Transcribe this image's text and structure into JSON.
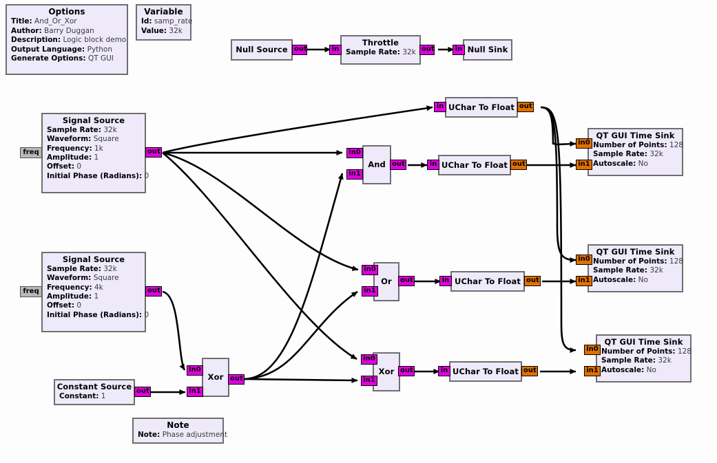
{
  "app": {
    "kind": "gnuradio-companion-flowgraph",
    "canvas_background": "#fdfdfd",
    "colors": {
      "block_fill": "#eeeafa",
      "block_border": "#6e6e6e",
      "byte_port": "#e000e0",
      "float_port": "#e07000",
      "message_port": "#b8b8b8",
      "wire": "#000000"
    }
  },
  "options_block": {
    "title": "Options",
    "params": [
      {
        "key": "Title:",
        "value": "And_Or_Xor"
      },
      {
        "key": "Author:",
        "value": "Barry Duggan"
      },
      {
        "key": "Description:",
        "value": "Logic block demo"
      },
      {
        "key": "Output Language:",
        "value": "Python"
      },
      {
        "key": "Generate Options:",
        "value": "QT GUI"
      }
    ]
  },
  "variable_block": {
    "title": "Variable",
    "params": [
      {
        "key": "Id:",
        "value": "samp_rate"
      },
      {
        "key": "Value:",
        "value": "32k"
      }
    ]
  },
  "null_source": {
    "title": "Null Source",
    "out_port": "out"
  },
  "throttle": {
    "title": "Throttle",
    "params": [
      {
        "key": "Sample Rate:",
        "value": "32k"
      }
    ],
    "in_port": "in",
    "out_port": "out"
  },
  "null_sink": {
    "title": "Null Sink",
    "in_port": "in"
  },
  "signal_source_1": {
    "title": "Signal Source",
    "msg_port": "freq",
    "out_port": "out",
    "params": [
      {
        "key": "Sample Rate:",
        "value": "32k"
      },
      {
        "key": "Waveform:",
        "value": "Square"
      },
      {
        "key": "Frequency:",
        "value": "1k"
      },
      {
        "key": "Amplitude:",
        "value": "1"
      },
      {
        "key": "Offset:",
        "value": "0"
      },
      {
        "key": "Initial Phase (Radians):",
        "value": "0"
      }
    ]
  },
  "signal_source_2": {
    "title": "Signal Source",
    "msg_port": "freq",
    "out_port": "out",
    "params": [
      {
        "key": "Sample Rate:",
        "value": "32k"
      },
      {
        "key": "Waveform:",
        "value": "Square"
      },
      {
        "key": "Frequency:",
        "value": "4k"
      },
      {
        "key": "Amplitude:",
        "value": "1"
      },
      {
        "key": "Offset:",
        "value": "0"
      },
      {
        "key": "Initial Phase (Radians):",
        "value": "0"
      }
    ]
  },
  "constant_source": {
    "title": "Constant Source",
    "params": [
      {
        "key": "Constant:",
        "value": "1"
      }
    ],
    "out_port": "out"
  },
  "note_block": {
    "title": "Note",
    "params": [
      {
        "key": "Note:",
        "value": "Phase adjustment"
      }
    ]
  },
  "logic_blocks": [
    {
      "id": "xor-phase",
      "title": "Xor",
      "in0": "in0",
      "in1": "in1",
      "out": "out"
    },
    {
      "id": "and",
      "title": "And",
      "in0": "in0",
      "in1": "in1",
      "out": "out"
    },
    {
      "id": "or",
      "title": "Or",
      "in0": "in0",
      "in1": "in1",
      "out": "out"
    },
    {
      "id": "xor-main",
      "title": "Xor",
      "in0": "in0",
      "in1": "in1",
      "out": "out"
    }
  ],
  "uchar_to_float": [
    {
      "id": "uchar-top",
      "title": "UChar To Float",
      "in": "in",
      "out": "out"
    },
    {
      "id": "uchar-and",
      "title": "UChar To Float",
      "in": "in",
      "out": "out"
    },
    {
      "id": "uchar-or",
      "title": "UChar To Float",
      "in": "in",
      "out": "out"
    },
    {
      "id": "uchar-xor",
      "title": "UChar To Float",
      "in": "in",
      "out": "out"
    }
  ],
  "time_sinks": [
    {
      "id": "time-sink-and",
      "title": "QT GUI Time Sink",
      "in0": "in0",
      "in1": "in1",
      "params": [
        {
          "key": "Number of Points:",
          "value": "128"
        },
        {
          "key": "Sample Rate:",
          "value": "32k"
        },
        {
          "key": "Autoscale:",
          "value": "No"
        }
      ]
    },
    {
      "id": "time-sink-or",
      "title": "QT GUI Time Sink",
      "in0": "in0",
      "in1": "in1",
      "params": [
        {
          "key": "Number of Points:",
          "value": "128"
        },
        {
          "key": "Sample Rate:",
          "value": "32k"
        },
        {
          "key": "Autoscale:",
          "value": "No"
        }
      ]
    },
    {
      "id": "time-sink-xor",
      "title": "QT GUI Time Sink",
      "in0": "in0",
      "in1": "in1",
      "params": [
        {
          "key": "Number of Points:",
          "value": "128"
        },
        {
          "key": "Sample Rate:",
          "value": "32k"
        },
        {
          "key": "Autoscale:",
          "value": "No"
        }
      ]
    }
  ]
}
